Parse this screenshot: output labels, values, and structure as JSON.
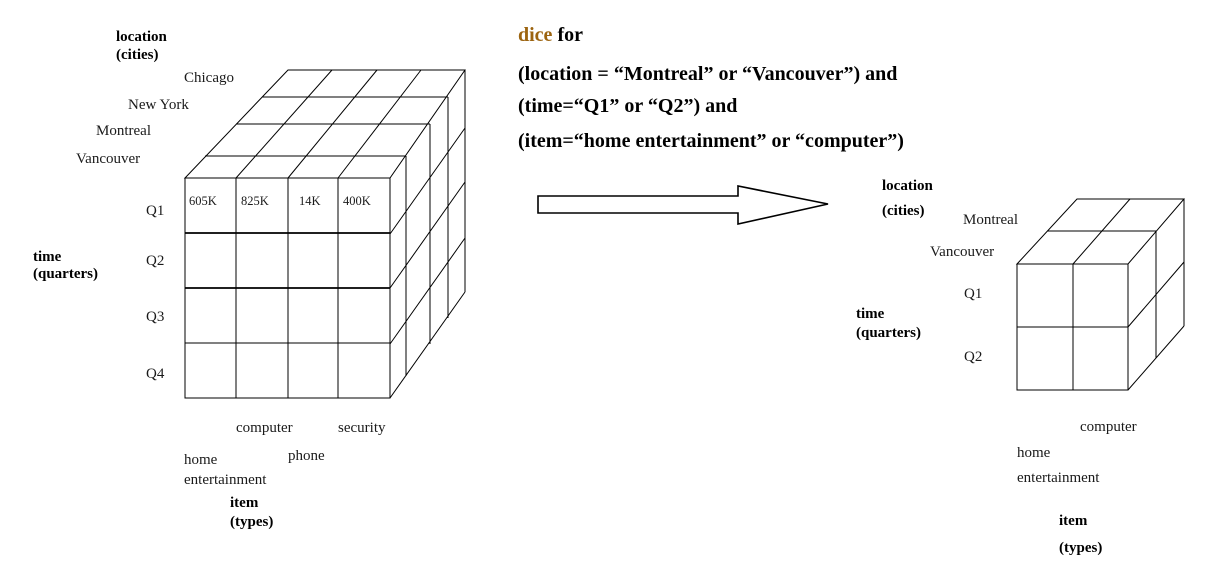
{
  "query": {
    "keyword": "dice",
    "keyword_color": "#9c6410",
    "line1_rest": " for",
    "line2": "(location = “Montreal” or “Vancouver”) and",
    "line3": "(time=“Q1” or “Q2”) and",
    "line4": "(item=“home entertainment” or “computer”)"
  },
  "left_cube": {
    "location_axis": [
      "location",
      "(cities)"
    ],
    "cities": [
      "Chicago",
      "New York",
      "Montreal",
      "Vancouver"
    ],
    "time_axis": [
      "time",
      "(quarters)"
    ],
    "quarters": [
      "Q1",
      "Q2",
      "Q3",
      "Q4"
    ],
    "q1_values": [
      "605K",
      "825K",
      "14K",
      "400K"
    ],
    "item_types": {
      "computer": "computer",
      "security": "security",
      "phone": "phone",
      "home1": "home",
      "home2": "entertainment"
    },
    "item_axis": [
      "item",
      "(types)"
    ]
  },
  "right_cube": {
    "location_axis": [
      "location",
      "(cities)"
    ],
    "cities": [
      "Montreal",
      "Vancouver"
    ],
    "time_axis": [
      "time",
      "(quarters)"
    ],
    "quarters": [
      "Q1",
      "Q2"
    ],
    "item_types": {
      "computer": "computer",
      "home1": "home",
      "home2": "entertainment"
    },
    "item_axis": [
      "item",
      "(types)"
    ]
  }
}
